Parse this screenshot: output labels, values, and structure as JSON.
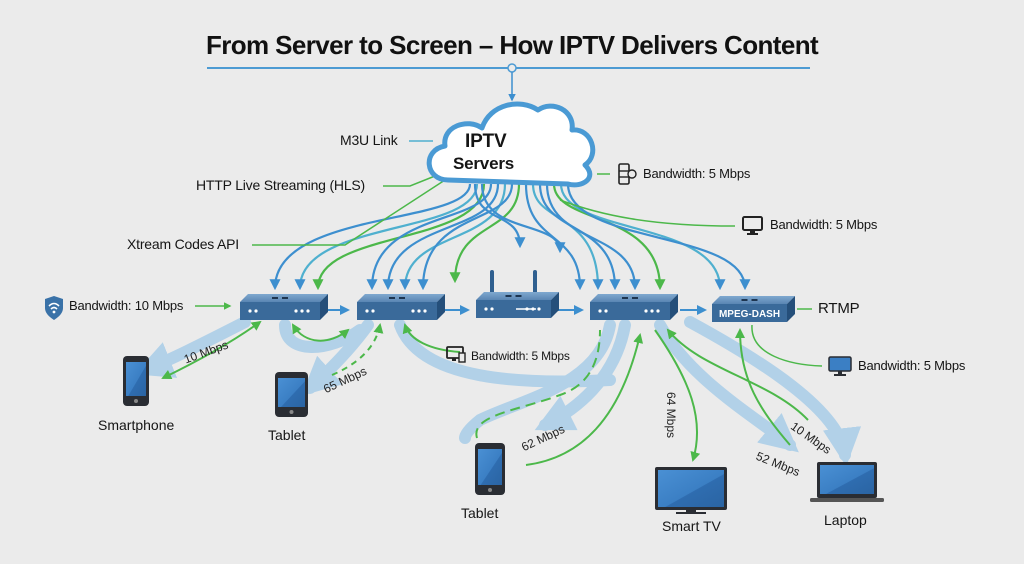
{
  "title": "From Server to Screen – How IPTV Delivers Content",
  "cloud": {
    "line1": "IPTV",
    "line2": "Servers"
  },
  "protocols": {
    "m3u": "M3U Link",
    "hls": "HTTP Live Streaming (HLS)",
    "xtream": "Xtream Codes API",
    "rtmp": "RTMP"
  },
  "bandwidth_labels": [
    {
      "id": "bw-top-right",
      "icon": "server-sync-icon",
      "text": "Bandwidth: 5 Mbps"
    },
    {
      "id": "bw-mid-right",
      "icon": "monitor-icon",
      "text": "Bandwidth: 5 Mbps"
    },
    {
      "id": "bw-left",
      "icon": "wifi-shield-icon",
      "text": "Bandwidth: 10 Mbps"
    },
    {
      "id": "bw-center",
      "icon": "desktop-computer-icon",
      "text": "Bandwidth: 5 Mbps"
    },
    {
      "id": "bw-right",
      "icon": "monitor-icon",
      "text": "Bandwidth: 5 Mbps"
    }
  ],
  "nodes": [
    {
      "id": "switch-1",
      "type": "switch",
      "label": ""
    },
    {
      "id": "switch-2",
      "type": "switch",
      "label": ""
    },
    {
      "id": "router",
      "type": "router",
      "label": ""
    },
    {
      "id": "switch-3",
      "type": "switch",
      "label": ""
    },
    {
      "id": "switch-mpeg",
      "type": "switch",
      "label": "MPEG-DASH"
    }
  ],
  "devices": [
    {
      "id": "smartphone",
      "label": "Smartphone"
    },
    {
      "id": "tablet-1",
      "label": "Tablet"
    },
    {
      "id": "tablet-2",
      "label": "Tablet"
    },
    {
      "id": "smart-tv",
      "label": "Smart TV"
    },
    {
      "id": "laptop",
      "label": "Laptop"
    }
  ],
  "rates": [
    {
      "id": "rate-smartphone",
      "text": "10 Mbps"
    },
    {
      "id": "rate-tablet-1",
      "text": "65 Mbps"
    },
    {
      "id": "rate-tablet-2",
      "text": "62 Mbps"
    },
    {
      "id": "rate-smart-tv",
      "text": "64 Mbps"
    },
    {
      "id": "rate-laptop-1",
      "text": "10 Mbps"
    },
    {
      "id": "rate-laptop-2",
      "text": "52 Mbps"
    }
  ],
  "colors": {
    "blue": "#3d8fcf",
    "blue_dark": "#2f6fa8",
    "teal": "#4fb0cf",
    "green": "#4cb84a",
    "pale_blue": "#a9cde8",
    "device_body": "#2a2d33",
    "screen": "#3b7fc4",
    "background": "#ebebeb"
  }
}
